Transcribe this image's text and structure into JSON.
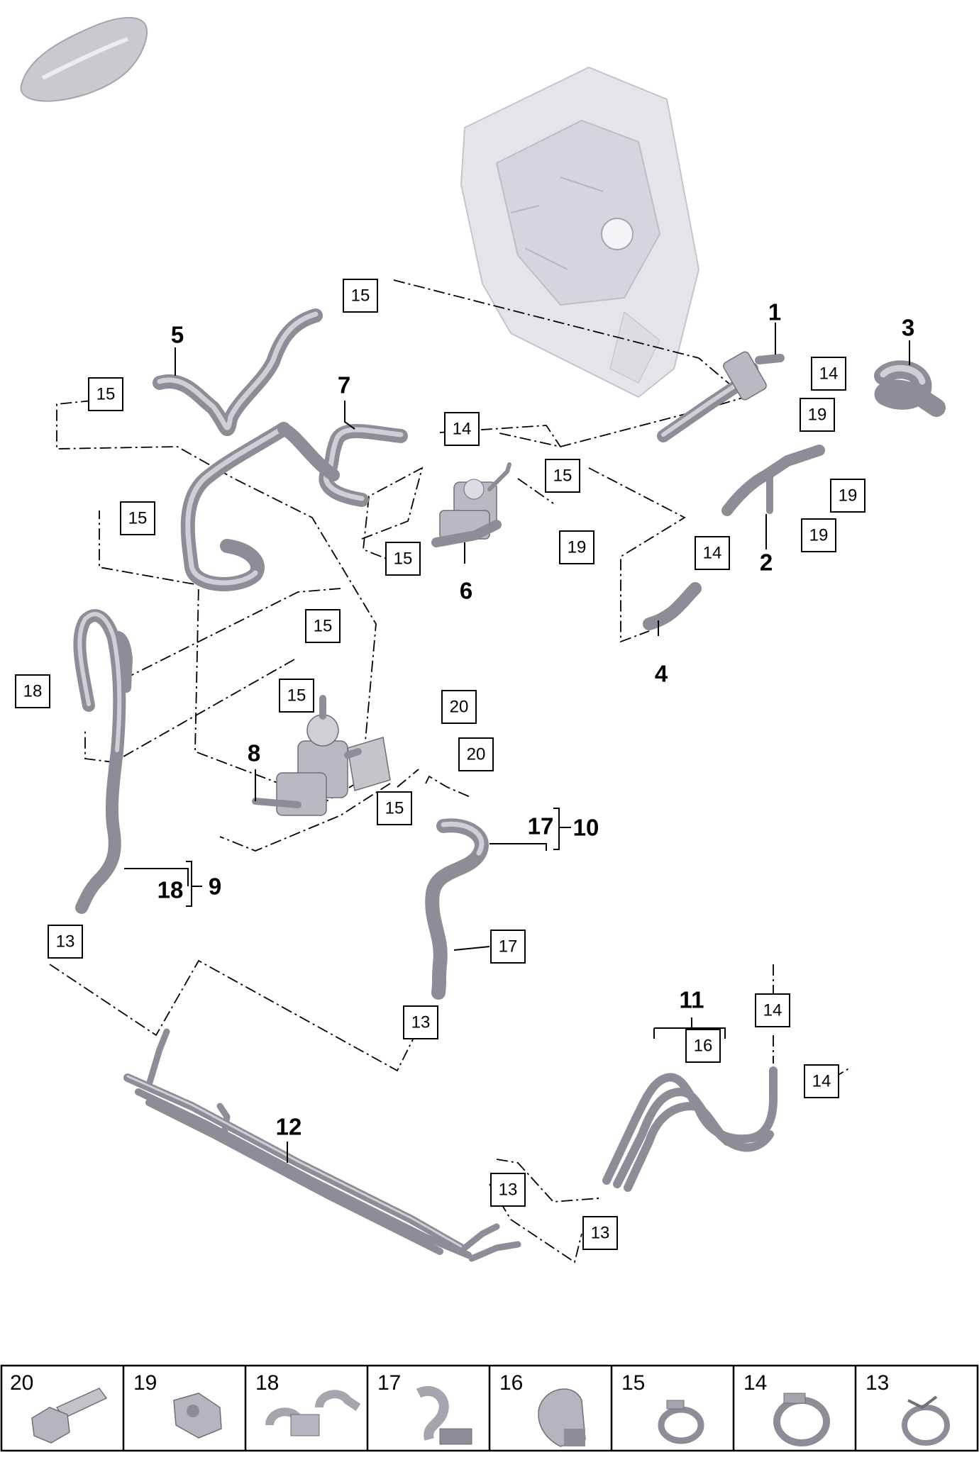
{
  "diagram": {
    "callouts": [
      {
        "id": "c1",
        "text": "1"
      },
      {
        "id": "c2",
        "text": "2"
      },
      {
        "id": "c3",
        "text": "3"
      },
      {
        "id": "c4",
        "text": "4"
      },
      {
        "id": "c5",
        "text": "5"
      },
      {
        "id": "c6",
        "text": "6"
      },
      {
        "id": "c7",
        "text": "7"
      },
      {
        "id": "c8",
        "text": "8"
      },
      {
        "id": "c9",
        "text": "9"
      },
      {
        "id": "c11",
        "text": "11"
      },
      {
        "id": "c12",
        "text": "12"
      },
      {
        "id": "c17_10a",
        "text": "17"
      },
      {
        "id": "c17_10b",
        "text": "10"
      },
      {
        "id": "c18_9a",
        "text": "18"
      }
    ],
    "boxed": [
      {
        "id": "b15a",
        "text": "15"
      },
      {
        "id": "b15b",
        "text": "15"
      },
      {
        "id": "b15c",
        "text": "15"
      },
      {
        "id": "b15d",
        "text": "15"
      },
      {
        "id": "b15e",
        "text": "15"
      },
      {
        "id": "b15f",
        "text": "15"
      },
      {
        "id": "b15g",
        "text": "15"
      },
      {
        "id": "b15h",
        "text": "15"
      },
      {
        "id": "b14a",
        "text": "14"
      },
      {
        "id": "b14b",
        "text": "14"
      },
      {
        "id": "b14c",
        "text": "14"
      },
      {
        "id": "b14d",
        "text": "14"
      },
      {
        "id": "b14e",
        "text": "14"
      },
      {
        "id": "b19a",
        "text": "19"
      },
      {
        "id": "b19b",
        "text": "19"
      },
      {
        "id": "b19c",
        "text": "19"
      },
      {
        "id": "b19d",
        "text": "19"
      },
      {
        "id": "b18",
        "text": "18"
      },
      {
        "id": "b20a",
        "text": "20"
      },
      {
        "id": "b20b",
        "text": "20"
      },
      {
        "id": "b17",
        "text": "17"
      },
      {
        "id": "b16",
        "text": "16"
      },
      {
        "id": "b13a",
        "text": "13"
      },
      {
        "id": "b13b",
        "text": "13"
      },
      {
        "id": "b13c",
        "text": "13"
      },
      {
        "id": "b13d",
        "text": "13"
      }
    ]
  },
  "legend": {
    "cells": [
      {
        "number": "20",
        "icon": "bolt-icon"
      },
      {
        "number": "19",
        "icon": "nut-icon"
      },
      {
        "number": "18",
        "icon": "double-clip-icon"
      },
      {
        "number": "17",
        "icon": "clip-icon"
      },
      {
        "number": "16",
        "icon": "holder-clip-icon"
      },
      {
        "number": "15",
        "icon": "hose-clamp-small-icon"
      },
      {
        "number": "14",
        "icon": "hose-clamp-large-icon"
      },
      {
        "number": "13",
        "icon": "hose-clamp-spring-icon"
      }
    ]
  },
  "colors": {
    "part": "#b9b9c1",
    "pipe": "#8d8d97",
    "line": "#000000",
    "background": "#ffffff"
  }
}
